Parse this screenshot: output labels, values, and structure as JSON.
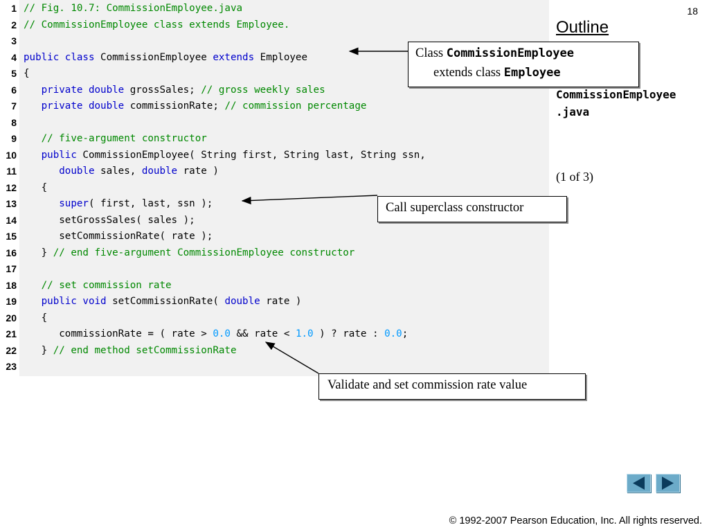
{
  "slide": {
    "number": "18",
    "outline_label": "Outline",
    "file_title": [
      "CommissionEmployee",
      ".java"
    ],
    "part": "(1 of 3)",
    "copyright": "© 1992-2007 Pearson Education, Inc.  All rights reserved."
  },
  "code": [
    {
      "n": "1",
      "tokens": [
        {
          "t": "// Fig. 10.7: CommissionEmployee.java",
          "c": "cm"
        }
      ]
    },
    {
      "n": "2",
      "tokens": [
        {
          "t": "// CommissionEmployee class extends Employee.",
          "c": "cm"
        }
      ]
    },
    {
      "n": "3",
      "tokens": []
    },
    {
      "n": "4",
      "tokens": [
        {
          "t": "public class",
          "c": "kw"
        },
        {
          "t": " CommissionEmployee ",
          "c": ""
        },
        {
          "t": "extends",
          "c": "kw"
        },
        {
          "t": " Employee",
          "c": ""
        }
      ]
    },
    {
      "n": "5",
      "tokens": [
        {
          "t": "{",
          "c": ""
        }
      ]
    },
    {
      "n": "6",
      "tokens": [
        {
          "t": "   ",
          "c": ""
        },
        {
          "t": "private double",
          "c": "kw"
        },
        {
          "t": " grossSales; ",
          "c": ""
        },
        {
          "t": "// gross weekly sales",
          "c": "cm"
        }
      ]
    },
    {
      "n": "7",
      "tokens": [
        {
          "t": "   ",
          "c": ""
        },
        {
          "t": "private double",
          "c": "kw"
        },
        {
          "t": " commissionRate; ",
          "c": ""
        },
        {
          "t": "// commission percentage",
          "c": "cm"
        }
      ]
    },
    {
      "n": "8",
      "tokens": []
    },
    {
      "n": "9",
      "tokens": [
        {
          "t": "   ",
          "c": ""
        },
        {
          "t": "// five-argument constructor",
          "c": "cm"
        }
      ]
    },
    {
      "n": "10",
      "tokens": [
        {
          "t": "   ",
          "c": ""
        },
        {
          "t": "public",
          "c": "kw"
        },
        {
          "t": " CommissionEmployee( String first, String last, String ssn,",
          "c": ""
        }
      ]
    },
    {
      "n": "11",
      "tokens": [
        {
          "t": "      ",
          "c": ""
        },
        {
          "t": "double",
          "c": "kw"
        },
        {
          "t": " sales, ",
          "c": ""
        },
        {
          "t": "double",
          "c": "kw"
        },
        {
          "t": " rate )",
          "c": ""
        }
      ]
    },
    {
      "n": "12",
      "tokens": [
        {
          "t": "   {",
          "c": ""
        }
      ]
    },
    {
      "n": "13",
      "tokens": [
        {
          "t": "      ",
          "c": ""
        },
        {
          "t": "super",
          "c": "kw"
        },
        {
          "t": "( first, last, ssn );",
          "c": ""
        }
      ]
    },
    {
      "n": "14",
      "tokens": [
        {
          "t": "      setGrossSales( sales );",
          "c": ""
        }
      ]
    },
    {
      "n": "15",
      "tokens": [
        {
          "t": "      setCommissionRate( rate );",
          "c": ""
        }
      ]
    },
    {
      "n": "16",
      "tokens": [
        {
          "t": "   } ",
          "c": ""
        },
        {
          "t": "// end five-argument CommissionEmployee constructor",
          "c": "cm"
        }
      ]
    },
    {
      "n": "17",
      "tokens": []
    },
    {
      "n": "18",
      "tokens": [
        {
          "t": "   ",
          "c": ""
        },
        {
          "t": "// set commission rate",
          "c": "cm"
        }
      ]
    },
    {
      "n": "19",
      "tokens": [
        {
          "t": "   ",
          "c": ""
        },
        {
          "t": "public void",
          "c": "kw"
        },
        {
          "t": " setCommissionRate( ",
          "c": ""
        },
        {
          "t": "double",
          "c": "kw"
        },
        {
          "t": " rate )",
          "c": ""
        }
      ]
    },
    {
      "n": "20",
      "tokens": [
        {
          "t": "   {",
          "c": ""
        }
      ]
    },
    {
      "n": "21",
      "tokens": [
        {
          "t": "      commissionRate = ( rate > ",
          "c": ""
        },
        {
          "t": "0.0",
          "c": "num"
        },
        {
          "t": " && rate < ",
          "c": ""
        },
        {
          "t": "1.0",
          "c": "num"
        },
        {
          "t": " ) ? rate : ",
          "c": ""
        },
        {
          "t": "0.0",
          "c": "num"
        },
        {
          "t": ";",
          "c": ""
        }
      ]
    },
    {
      "n": "22",
      "tokens": [
        {
          "t": "   } ",
          "c": ""
        },
        {
          "t": "// end method setCommissionRate",
          "c": "cm"
        }
      ]
    },
    {
      "n": "23",
      "tokens": []
    }
  ],
  "callouts": {
    "class_extends": {
      "prefix": "Class ",
      "class_name": "CommissionEmployee",
      "middle": "extends class ",
      "super_name": "Employee"
    },
    "superclass": "Call superclass constructor",
    "validate": "Validate and set commission rate value"
  },
  "nav": {
    "prev_icon": "triangle-left-icon",
    "next_icon": "triangle-right-icon",
    "color": "#6cabc9"
  }
}
